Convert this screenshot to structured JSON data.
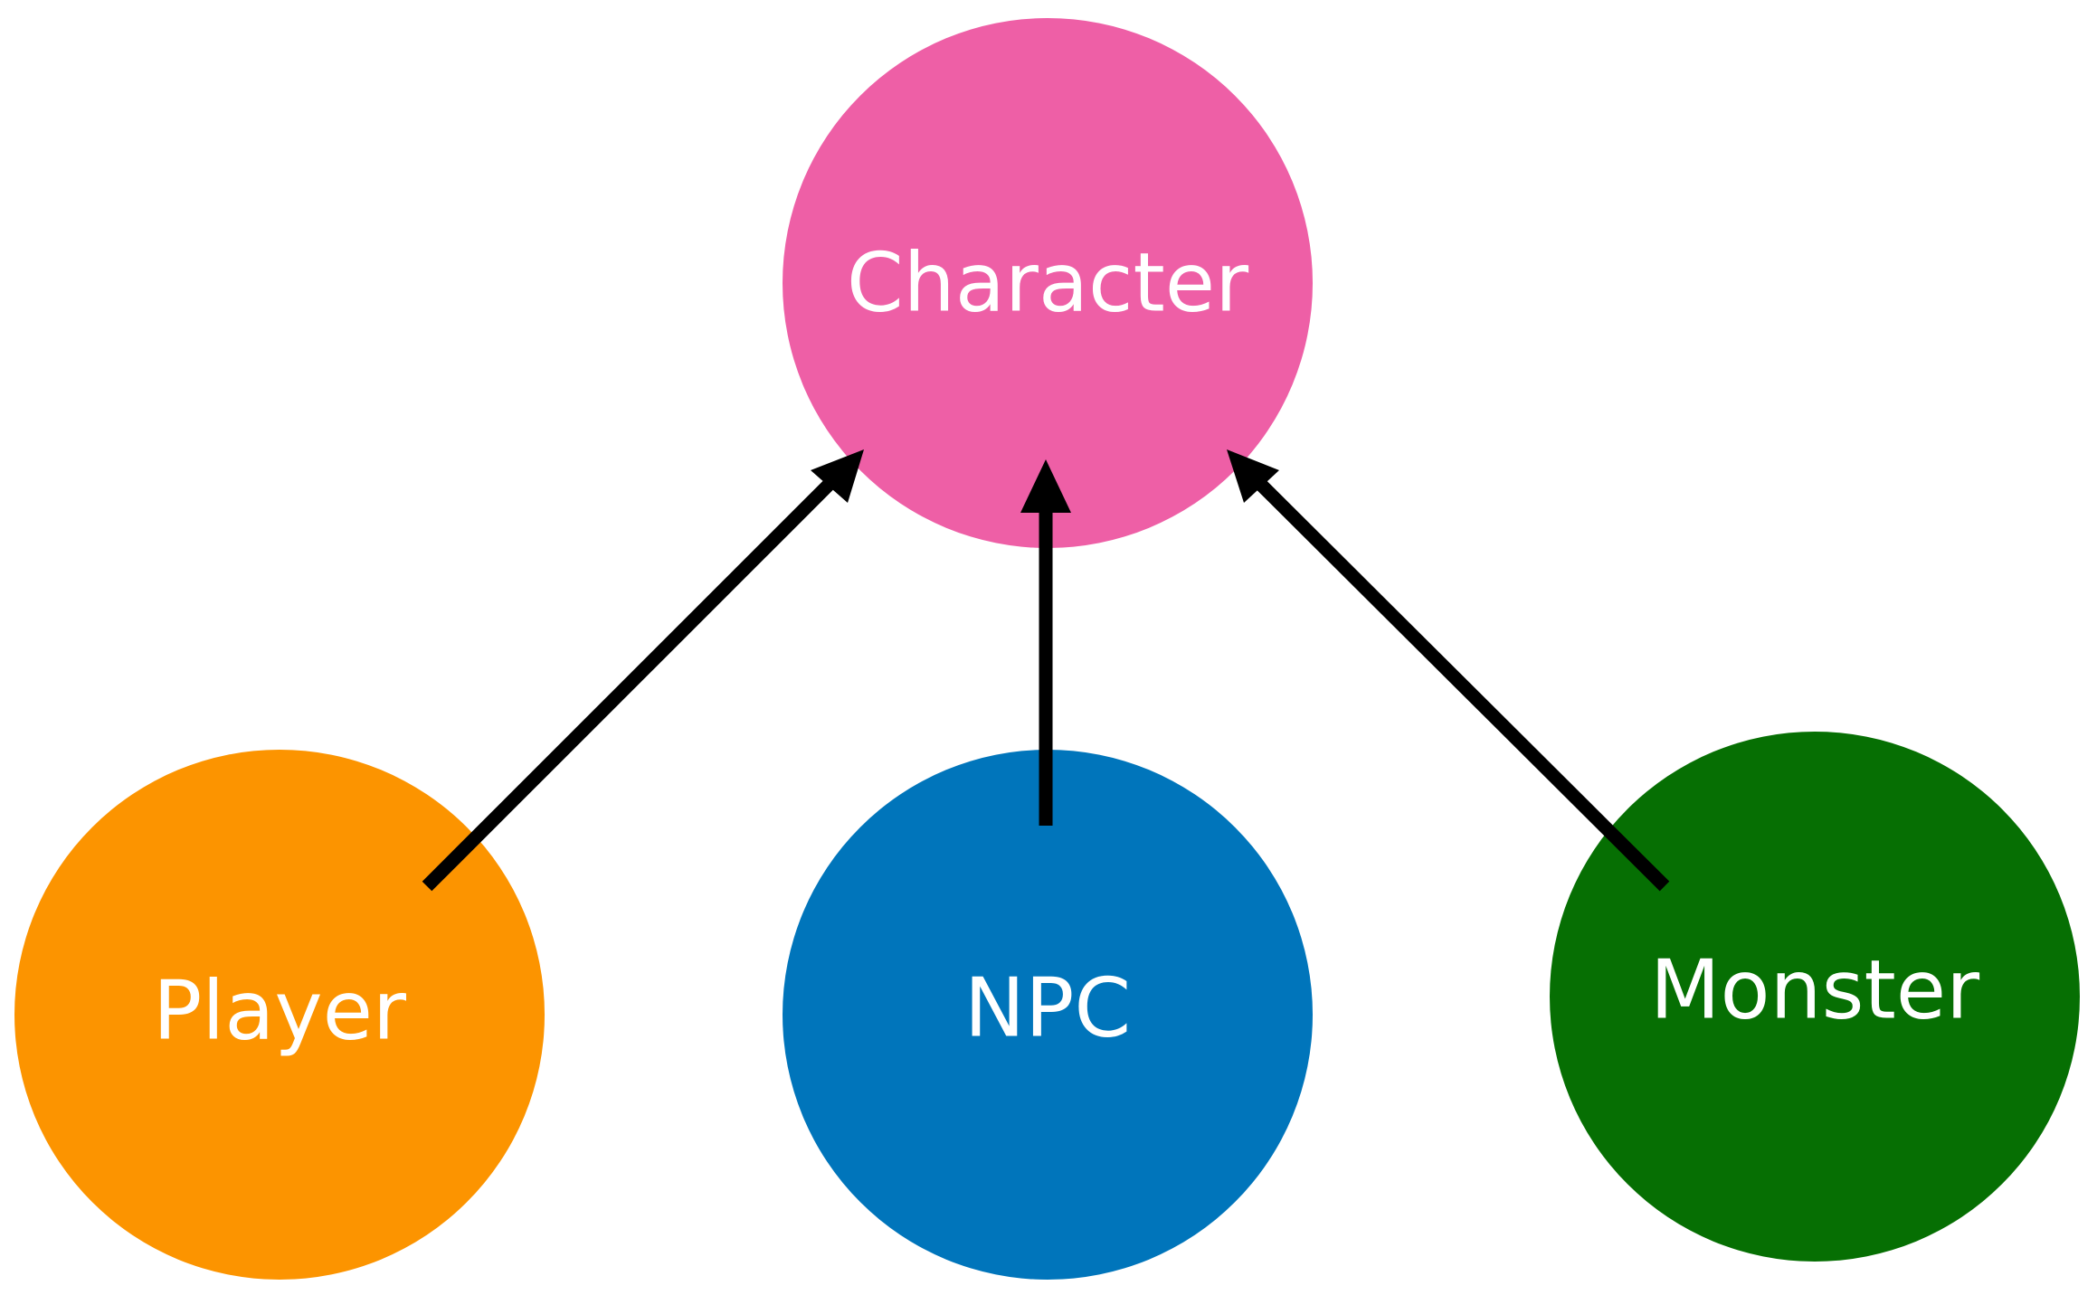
{
  "diagram": {
    "nodes": [
      {
        "id": "character",
        "label": "Character",
        "color": "#EE5FA6"
      },
      {
        "id": "player",
        "label": "Player",
        "color": "#FC9400"
      },
      {
        "id": "npc",
        "label": "NPC",
        "color": "#0075BB"
      },
      {
        "id": "monster",
        "label": "Monster",
        "color": "#066F03"
      }
    ],
    "edges": [
      {
        "from": "player",
        "to": "character"
      },
      {
        "from": "npc",
        "to": "character"
      },
      {
        "from": "monster",
        "to": "character"
      }
    ]
  }
}
